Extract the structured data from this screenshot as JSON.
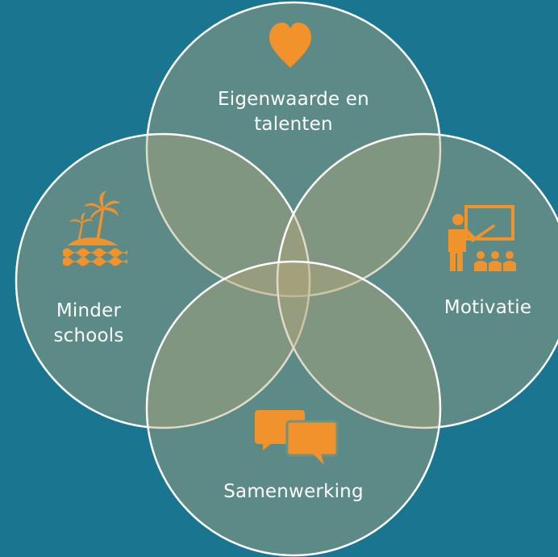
{
  "circles": [
    {
      "id": "top",
      "label": "Eigenwaarde en talenten",
      "icon": "heart-icon"
    },
    {
      "id": "left",
      "label": "Minder schools",
      "icon": "island-palm-icon"
    },
    {
      "id": "right",
      "label": "Motivatie",
      "icon": "teacher-classroom-icon"
    },
    {
      "id": "bottom",
      "label": "Samenwerking",
      "icon": "chat-bubbles-icon"
    }
  ],
  "labels": {
    "top_line1": "Eigenwaarde en",
    "top_line2": "talenten",
    "left_line1": "Minder",
    "left_line2": "schools",
    "right": "Motivatie",
    "bottom": "Samenwerking"
  },
  "colors": {
    "background": "#1a7591",
    "circle_fill": "#b4a779",
    "circle_stroke": "#ffffff",
    "icon": "#f2922a",
    "text": "#ffffff"
  }
}
